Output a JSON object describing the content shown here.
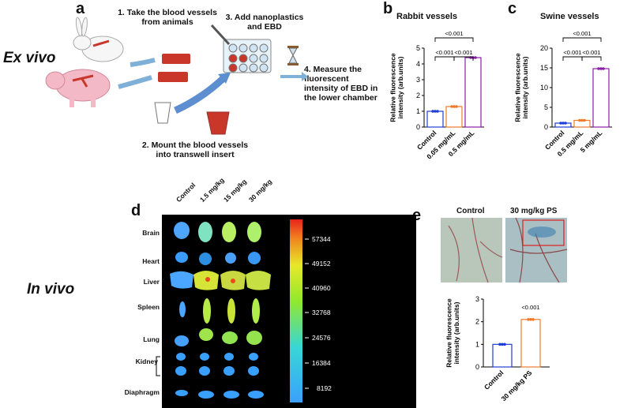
{
  "section_labels": {
    "ex_vivo": "Ex vivo",
    "in_vivo": "In vivo"
  },
  "panel_letters": {
    "a": "a",
    "b": "b",
    "c": "c",
    "d": "d",
    "e": "e"
  },
  "panel_a": {
    "step1": "1. Take the blood vessels from animals",
    "step2": "2. Mount the blood vessels into transwell insert",
    "step3": "3. Add nanoplastics and EBD",
    "step4": "4. Measure the fluorescent intensity of EBD in the lower chamber"
  },
  "panel_d": {
    "columns": [
      "Control",
      "1.5 mg/kg",
      "15 mg/kg",
      "30 mg/kg"
    ],
    "organs": [
      "Brain",
      "Heart",
      "Liver",
      "Spleen",
      "Lung",
      "Kidney",
      "Diaphragm"
    ],
    "colorbar_ticks": [
      "57344",
      "49152",
      "40960",
      "32768",
      "24576",
      "16384",
      "8192"
    ]
  },
  "panel_e": {
    "photo_labels": [
      "Control",
      "30 mg/kg PS"
    ]
  },
  "colors": {
    "blue": "#1f3fd6",
    "orange": "#f07a2a",
    "purple": "#8b1fa8"
  },
  "chart_data": [
    {
      "type": "bar",
      "title": "Rabbit vessels",
      "ylabel": "Relative fluorescence intensity (arb.units)",
      "categories": [
        "Control",
        "0.05 mg/mL",
        "0.5 mg/mL"
      ],
      "values": [
        1.0,
        1.3,
        4.4
      ],
      "ylim": [
        0,
        5
      ],
      "yticks": [
        "0",
        "1",
        "2",
        "3",
        "4",
        "5"
      ],
      "annotations": [
        "<0.001",
        "<0.001",
        "<0.001"
      ]
    },
    {
      "type": "bar",
      "title": "Swine vessels",
      "ylabel": "Relative fluorescence intensity (arb.units)",
      "categories": [
        "Control",
        "0.5 mg/mL",
        "5 mg/mL"
      ],
      "values": [
        1.0,
        1.7,
        14.8
      ],
      "ylim": [
        0,
        20
      ],
      "yticks": [
        "0",
        "5",
        "10",
        "15",
        "20"
      ],
      "annotations": [
        "<0.001",
        "<0.001",
        "<0.001"
      ]
    },
    {
      "type": "bar",
      "title": "",
      "ylabel": "Relative fluorescence intensity (arb.units)",
      "categories": [
        "Control",
        "30 mg/kg PS"
      ],
      "values": [
        1.0,
        2.1
      ],
      "ylim": [
        0,
        3
      ],
      "yticks": [
        "0",
        "1",
        "2",
        "3"
      ],
      "annotations": [
        "<0.001"
      ]
    }
  ]
}
